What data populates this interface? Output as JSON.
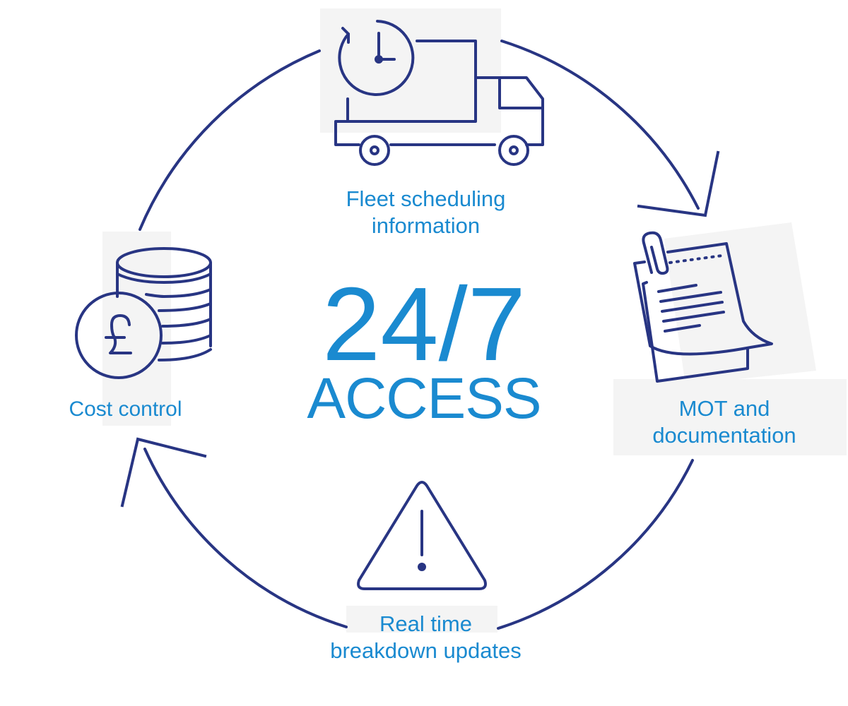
{
  "center": {
    "headline": "24/7",
    "subline": "ACCESS"
  },
  "items": [
    {
      "label_line1": "Fleet scheduling",
      "label_line2": "information",
      "icon": "truck-clock-icon"
    },
    {
      "label_line1": "MOT and",
      "label_line2": "documentation",
      "icon": "document-clip-icon"
    },
    {
      "label_line1": "Real time",
      "label_line2": "breakdown updates",
      "icon": "warning-triangle-icon"
    },
    {
      "label_line1": "Cost control",
      "icon": "coins-pound-icon"
    }
  ],
  "colors": {
    "line": "#283583",
    "text": "#1a8ad0",
    "panel": "#f4f4f4"
  }
}
